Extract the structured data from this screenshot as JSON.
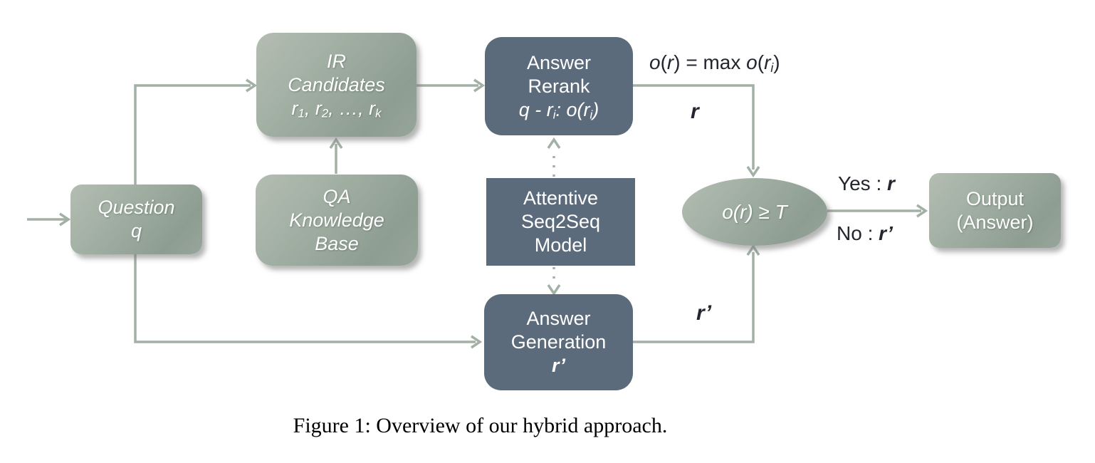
{
  "colors": {
    "node_green": "#9aa89d",
    "node_slate": "#5c6b7b",
    "connector": "#a3b0a5",
    "label_text": "#23262e",
    "node_text": "#ffffff",
    "background": "#ffffff"
  },
  "nodes": {
    "question": {
      "line1": "Question",
      "line2": "q"
    },
    "ir_candidates": {
      "line1": "IR",
      "line2": "Candidates",
      "line3_html": "r<sub>1</sub>, r<sub>2</sub>, …, r<sub>k</sub>"
    },
    "qa_knowledge_base": {
      "line1": "QA",
      "line2": "Knowledge",
      "line3": "Base"
    },
    "answer_rerank": {
      "line1": "Answer",
      "line2": "Rerank",
      "line3_html": "q - r<sub>i</sub>: o(r<sub>i</sub>)"
    },
    "attentive_seq2seq": {
      "line1": "Attentive",
      "line2": "Seq2Seq",
      "line3": "Model"
    },
    "answer_generation": {
      "line1": "Answer",
      "line2": "Generation",
      "line3": "r’"
    },
    "threshold_decision": {
      "label": "o(r) ≥ T"
    },
    "output": {
      "line1": "Output",
      "line2": "(Answer)"
    }
  },
  "labels": {
    "max_score_html": "<i>o</i>(<i>r</i>) = max <i>o</i>(<i>r<sub>i</sub></i>)",
    "r": "r",
    "r_prime": "r’",
    "yes_html": "Yes : <span class=\"boldital\">r</span>",
    "no_html": "No : <span class=\"boldital\">r’</span>"
  },
  "caption": "Figure 1: Overview of our hybrid approach."
}
